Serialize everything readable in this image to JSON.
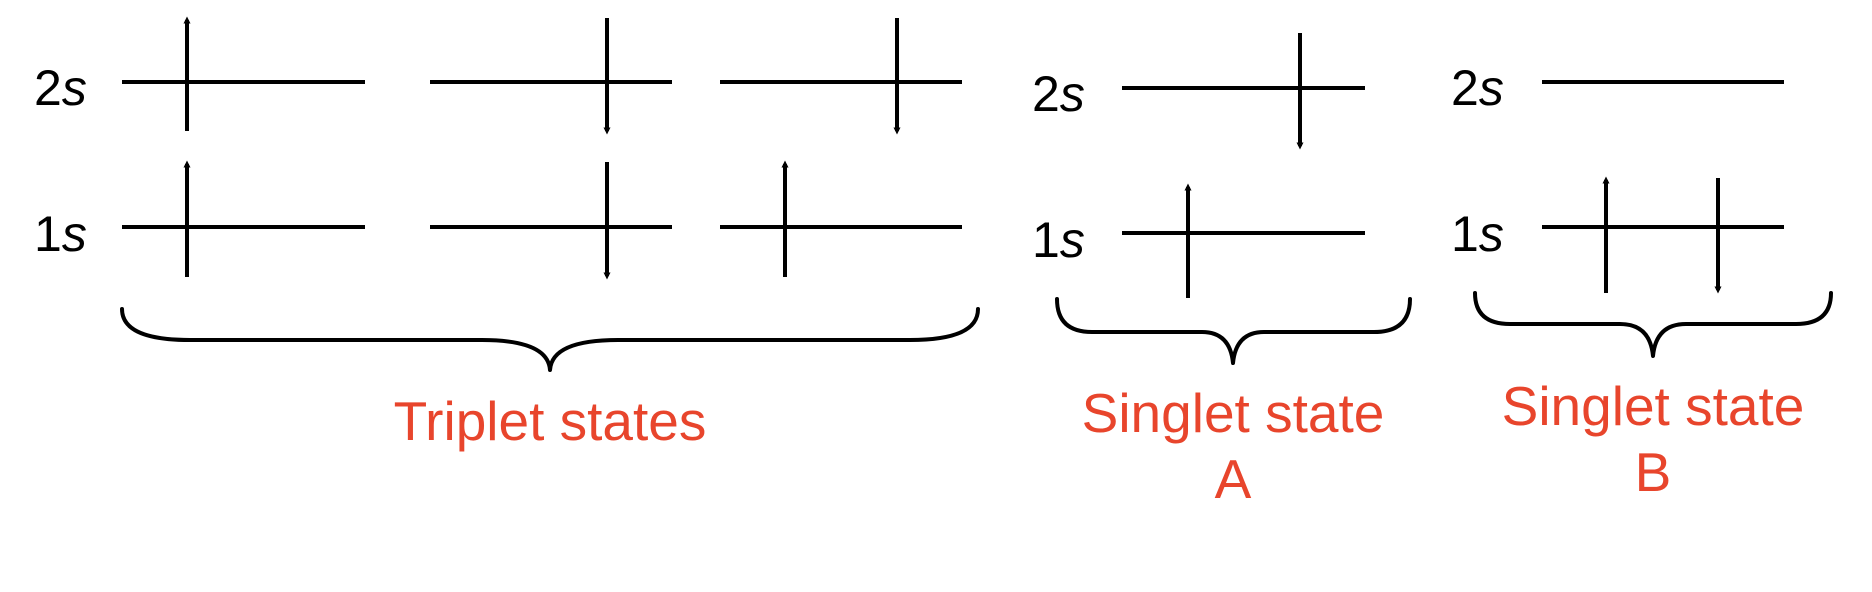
{
  "orbital_labels": {
    "level_2s_number": "2",
    "level_2s_letter": "s",
    "level_1s_number": "1",
    "level_1s_letter": "s"
  },
  "groups": {
    "triplet": {
      "label": "Triplet states"
    },
    "singlet_a": {
      "label_line1": "Singlet state",
      "label_line2": "A"
    },
    "singlet_b": {
      "label_line1": "Singlet state",
      "label_line2": "B"
    }
  },
  "configurations": [
    {
      "group": "triplet",
      "2s": [
        "up"
      ],
      "1s": [
        "up"
      ]
    },
    {
      "group": "triplet",
      "2s": [
        "down"
      ],
      "1s": [
        "down"
      ]
    },
    {
      "group": "triplet",
      "2s": [
        "down"
      ],
      "1s": [
        "up"
      ]
    },
    {
      "group": "singlet_a",
      "2s": [
        "down"
      ],
      "1s": [
        "up"
      ]
    },
    {
      "group": "singlet_b",
      "2s": [],
      "1s": [
        "up",
        "down"
      ]
    }
  ],
  "colors": {
    "ink": "#000000",
    "label_accent": "#e8452c"
  }
}
